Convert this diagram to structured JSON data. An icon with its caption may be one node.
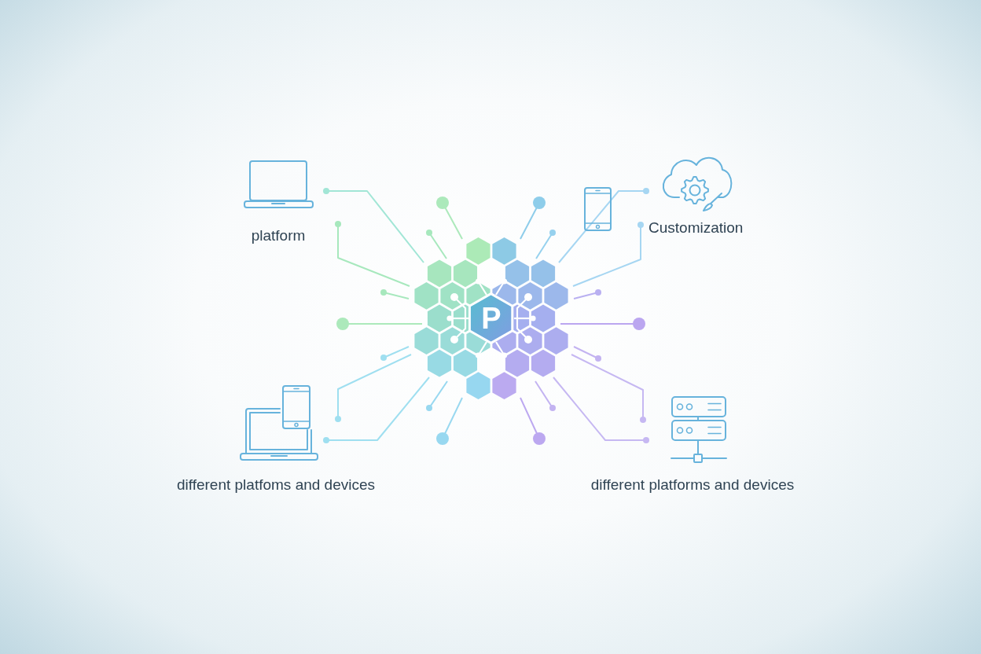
{
  "diagram": {
    "nodes": [
      {
        "text": [
          "P"
        ]
      }
    ],
    "labels": [
      "platform",
      "Customization",
      "different platfoms and devices",
      "different platforms and devices"
    ]
  }
}
